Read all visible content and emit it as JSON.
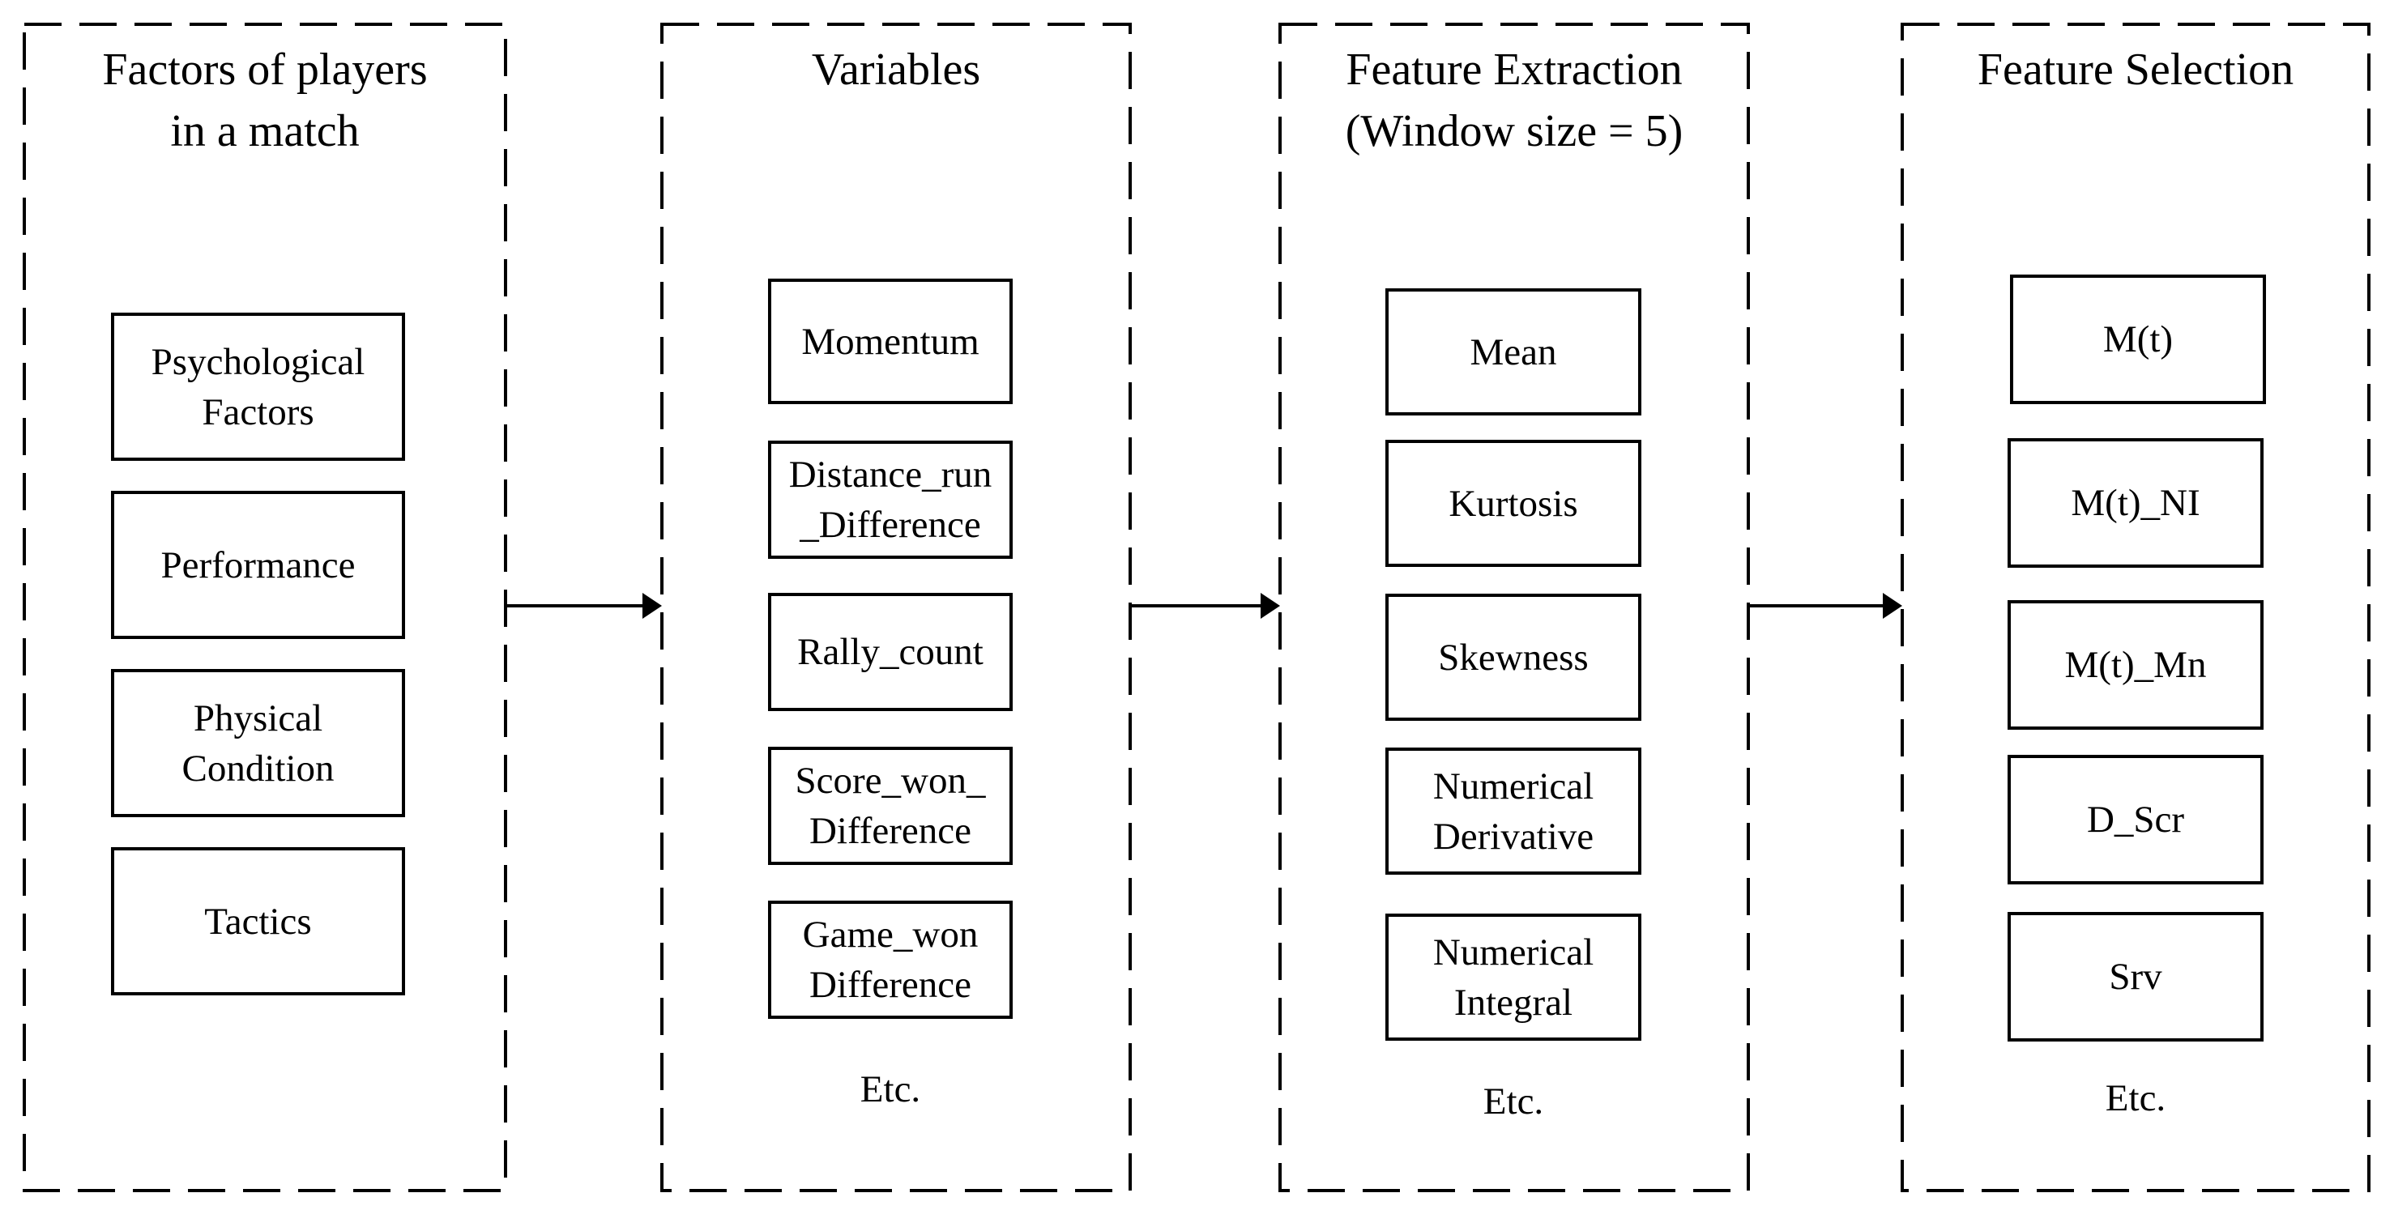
{
  "panels": [
    {
      "title_lines": [
        "Factors of players",
        "in a match"
      ],
      "items": [
        [
          "Psychological",
          "Factors"
        ],
        [
          "Performance"
        ],
        [
          "Physical",
          "Condition"
        ],
        [
          "Tactics"
        ]
      ],
      "etc": ""
    },
    {
      "title_lines": [
        "Variables"
      ],
      "items": [
        [
          "Momentum"
        ],
        [
          "Distance_run",
          "_Difference"
        ],
        [
          "Rally_count"
        ],
        [
          "Score_won_",
          "Difference"
        ],
        [
          "Game_won",
          "Difference"
        ]
      ],
      "etc": "Etc."
    },
    {
      "title_lines": [
        "Feature Extraction",
        "(Window size = 5)"
      ],
      "items": [
        [
          "Mean"
        ],
        [
          "Kurtosis"
        ],
        [
          "Skewness"
        ],
        [
          "Numerical",
          "Derivative"
        ],
        [
          "Numerical",
          "Integral"
        ]
      ],
      "etc": "Etc."
    },
    {
      "title_lines": [
        "Feature Selection"
      ],
      "items": [
        [
          "M(t)"
        ],
        [
          "M(t)_NI"
        ],
        [
          "M(t)_Mn"
        ],
        [
          "D_Scr"
        ],
        [
          "Srv"
        ]
      ],
      "etc": "Etc."
    }
  ]
}
